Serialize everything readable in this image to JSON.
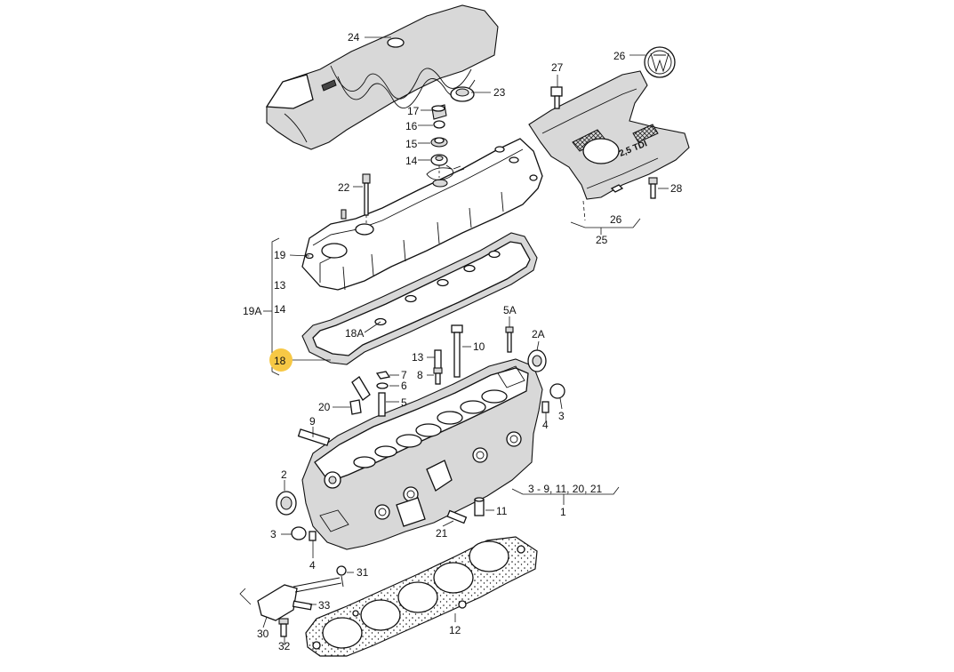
{
  "callouts": {
    "c24": "24",
    "c23": "23",
    "c17": "17",
    "c16": "16",
    "c15": "15",
    "c14": "14",
    "c22": "22",
    "c27": "27",
    "c26": "26",
    "c28": "28",
    "c26b": "26",
    "c25": "25",
    "c19": "19",
    "c13": "13",
    "c19A": "19A",
    "c14b": "14",
    "c18A": "18A",
    "c18": "18",
    "c5A": "5A",
    "c2A": "2A",
    "c10": "10",
    "c13b": "13",
    "c8": "8",
    "c7": "7",
    "c6": "6",
    "c5": "5",
    "c20": "20",
    "c9": "9",
    "c3": "3",
    "c4": "4",
    "c2": "2",
    "c3b": "3",
    "c4b": "4",
    "c21": "21",
    "c11": "11",
    "c1range": "3 - 9, 11, 20, 21",
    "c1": "1",
    "c31": "31",
    "c33": "33",
    "c30": "30",
    "c32": "32",
    "c12": "12"
  },
  "logo_texts": {
    "tdi_badge": "2,5 TDI"
  },
  "colors": {
    "highlight": "#F7C845",
    "line": "#111111",
    "background": "#ffffff"
  }
}
